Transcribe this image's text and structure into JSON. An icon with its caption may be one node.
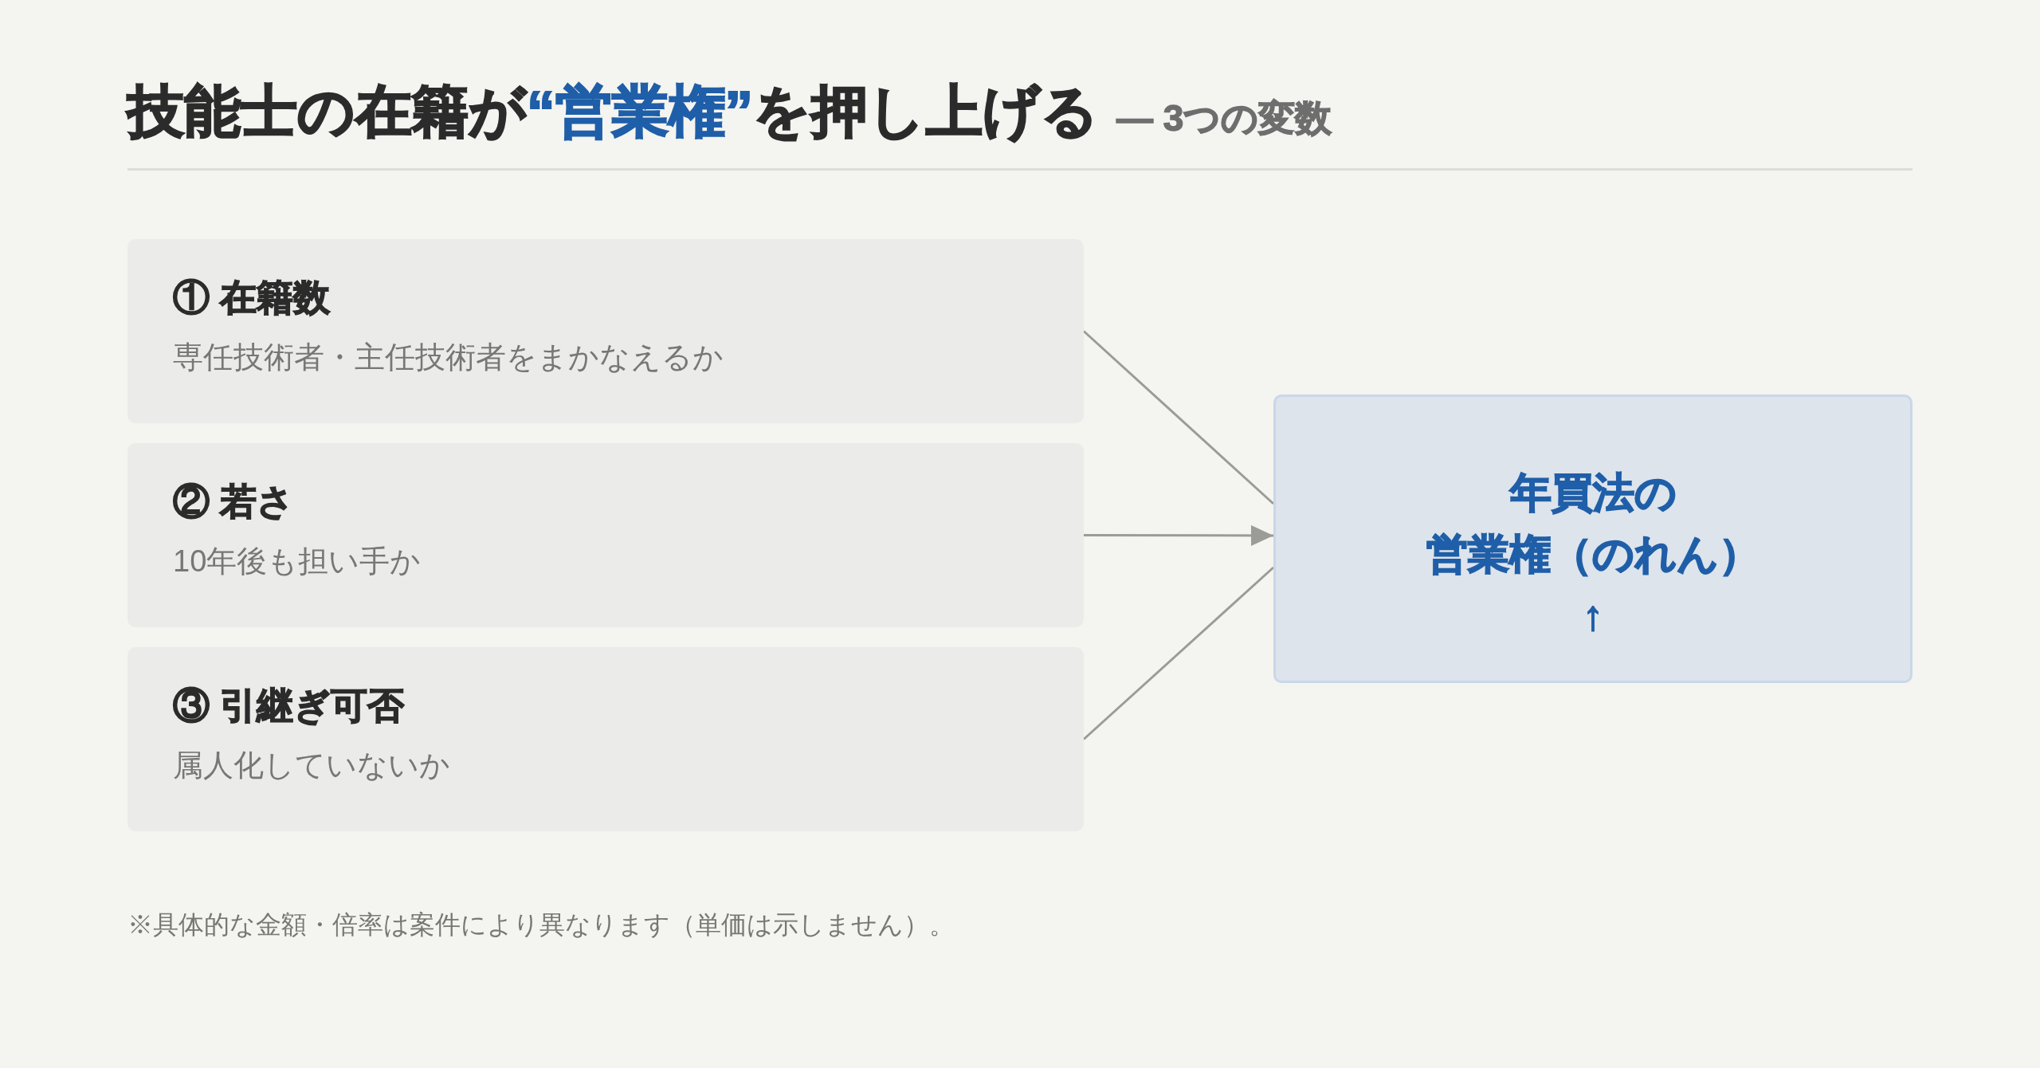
{
  "diagram": {
    "title": "技能士の在籍が**“営業権”**を押し上げる",
    "nodes": [
      {
        "text": [
          "① 在籍数",
          "専任技術者・主任技術者をまかなえるか"
        ]
      },
      {
        "text": [
          "② 若さ",
          "10年後も担い手か"
        ]
      },
      {
        "text": [
          "③ 引継ぎ可否",
          "属人化していないか"
        ]
      },
      {
        "text": [
          "年買法の営業権（のれん）",
          "↑"
        ]
      }
    ],
    "edges": [
      {
        "from": 0,
        "to": 3,
        "arrow": "none"
      },
      {
        "from": 1,
        "to": 3,
        "arrow": "to"
      },
      {
        "from": 2,
        "to": 3,
        "arrow": "none"
      }
    ],
    "labels": [
      "— 3つの変数",
      "※具体的な金額・倍率は案件により異なります（単価は示しません）。"
    ]
  }
}
